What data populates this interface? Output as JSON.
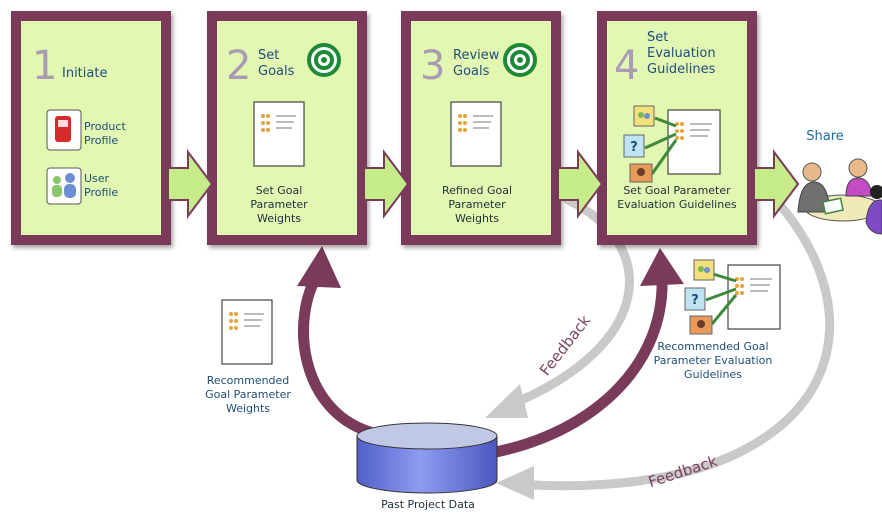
{
  "steps": [
    {
      "number": "1",
      "title": "Initiate"
    },
    {
      "number": "2",
      "title": "Set Goals",
      "caption": "Set Goal Parameter Weights"
    },
    {
      "number": "3",
      "title": "Review Goals",
      "caption": "Refined Goal Parameter Weights"
    },
    {
      "number": "4",
      "title": "Set Evaluation Guidelines",
      "caption": "Set Goal Parameter Evaluation Guidelines"
    }
  ],
  "profiles": {
    "product": "Product Profile",
    "user": "User Profile"
  },
  "share": "Share",
  "recommended_weights": "Recommended Goal Parameter Weights",
  "recommended_guidelines": "Recommended Goal Parameter Evaluation Guidelines",
  "feedback": "Feedback",
  "database": "Past Project Data",
  "colors": {
    "panel_fill": "#e2f7b2",
    "panel_border": "#7a3a5a",
    "flow_arrow": "#c6ec8a",
    "curved_arrow": "#7a3a5a",
    "feedback_arrow": "#c8c8c8",
    "database_top": "#c0c8e6",
    "database_body": "#6677d6",
    "target_green": "#1e8a38",
    "text_blue": "#1f4e79",
    "step_number": "#a99bb4"
  },
  "icons": [
    "phone-icon",
    "users-icon",
    "target-icon",
    "document-icon",
    "question-icon",
    "meeting-icon",
    "database-icon"
  ]
}
